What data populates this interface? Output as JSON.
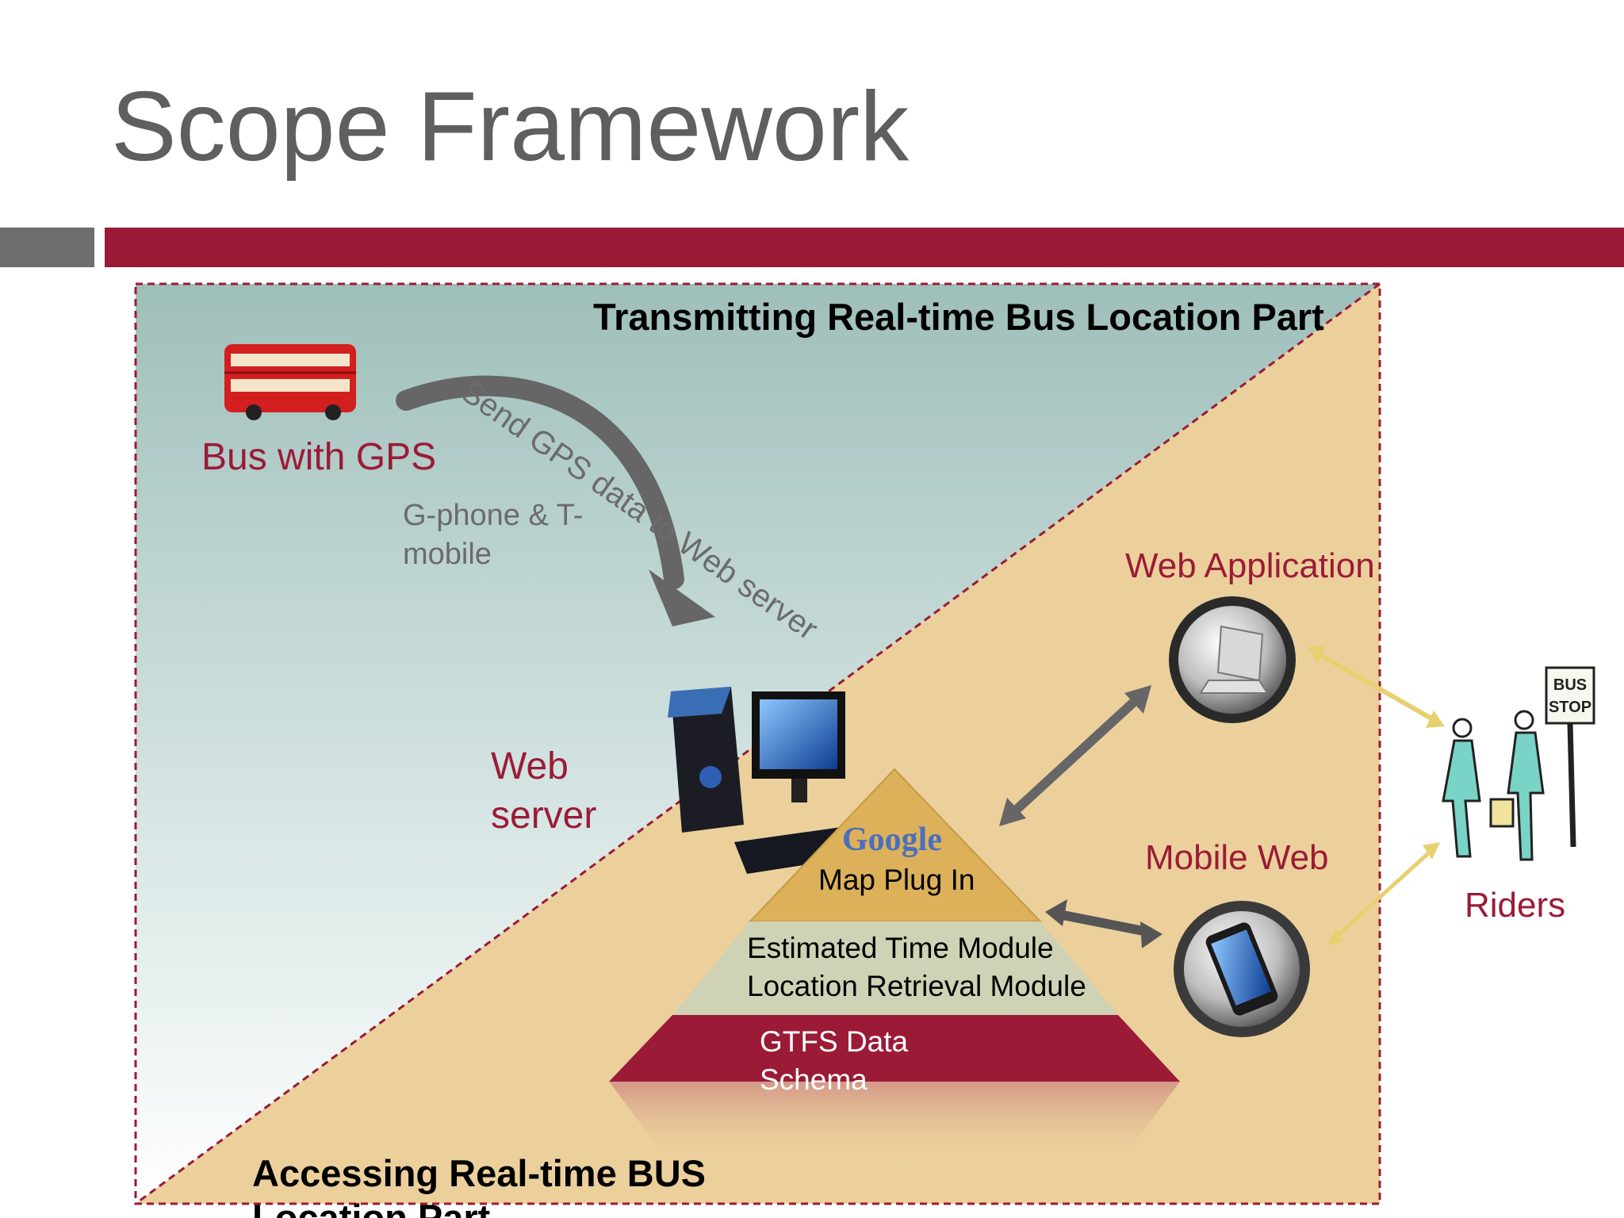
{
  "slide": {
    "title": "Scope Framework"
  },
  "diagram": {
    "transmitting_part": "Transmitting Real-time Bus Location Part",
    "accessing_part": "Accessing Real-time BUS Location Part",
    "bus_label": "Bus with GPS",
    "phone_label": "G-phone & T-mobile",
    "gps_arrow_label": "Send GPS data to Web server",
    "web_server_label": "Web server",
    "web_app_label": "Web Application",
    "mobile_web_label": "Mobile Web",
    "riders_label": "Riders",
    "pyramid": {
      "top_brand": "Google",
      "top": "Map Plug In",
      "middle_line1": "Estimated Time Module",
      "middle_line2": "Location Retrieval Module",
      "bottom": "GTFS Data Schema"
    },
    "bus_stop_sign": "BUS STOP",
    "colors": {
      "accent": "#9b1b37",
      "title_gray": "#5f5f5f",
      "upper_region": "#a9c7c2",
      "lower_region": "#ecd09c",
      "pyramid_top": "#dcb15a",
      "pyramid_middle": "#cfd2b4",
      "pyramid_bottom": "#9b1b37"
    },
    "icons": [
      "bus-icon",
      "web-server-computer-icon",
      "laptop-icon",
      "smartphone-icon",
      "riders-bus-stop-icon",
      "curved-arrow-icon",
      "double-arrow-icon"
    ]
  }
}
